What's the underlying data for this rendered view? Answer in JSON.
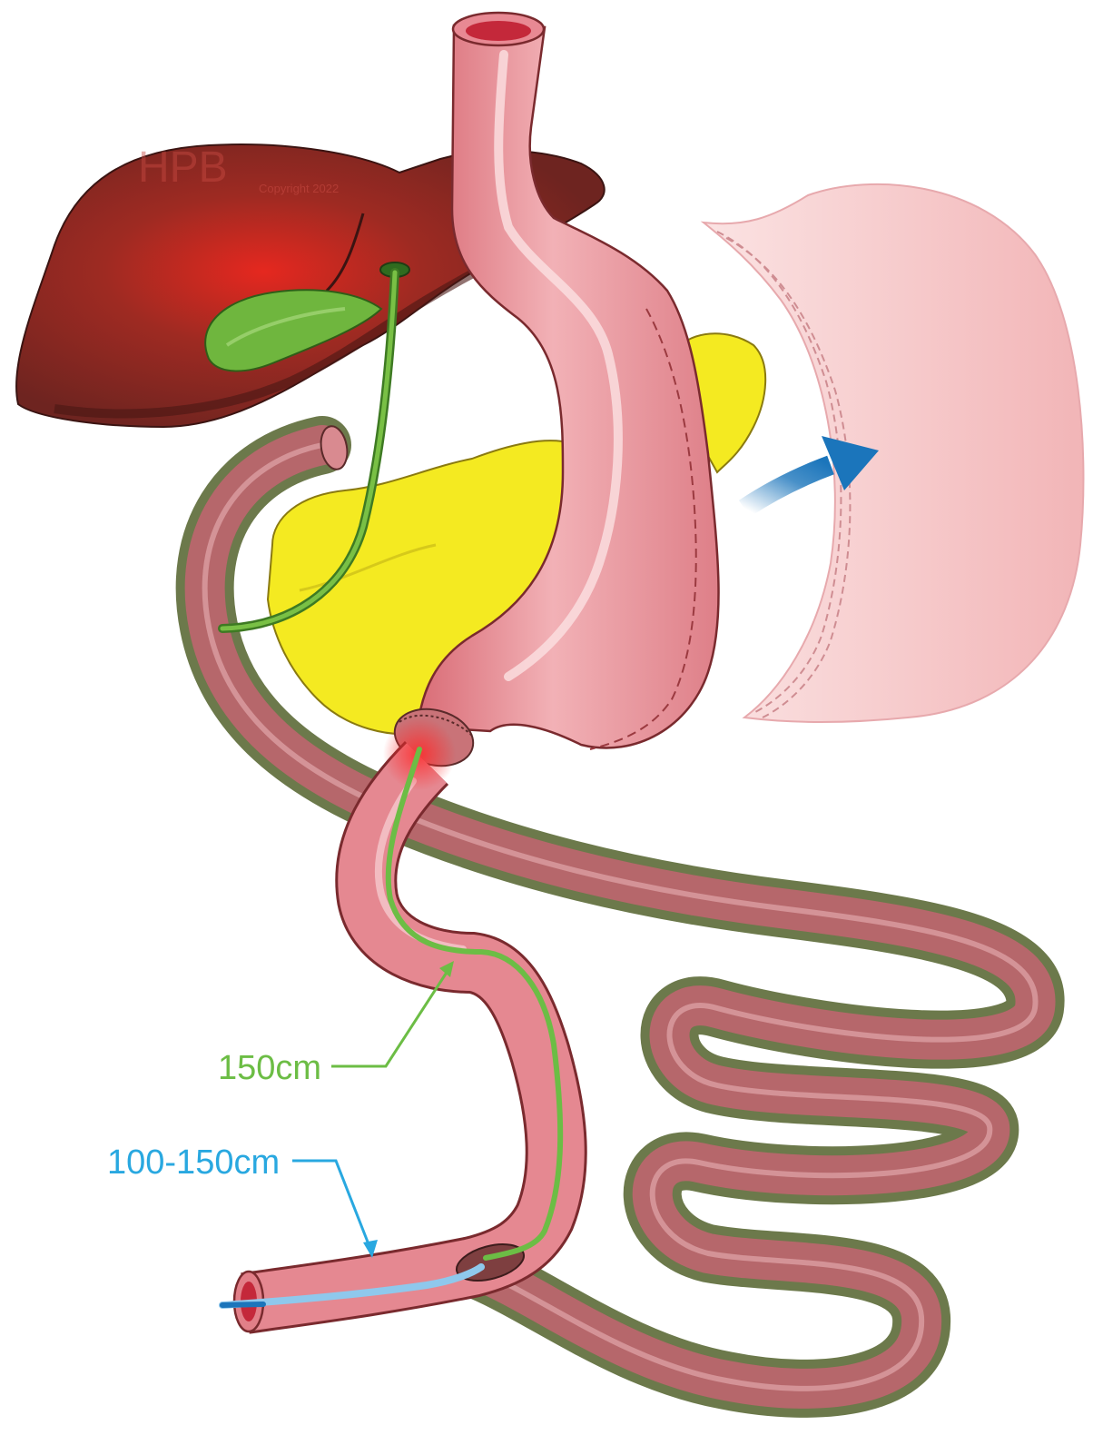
{
  "labels": {
    "watermark_main": "HPB",
    "watermark_sub": "Copyright 2022",
    "measure_green": "150cm",
    "measure_blue": "100-150cm"
  },
  "colors": {
    "green_limb": "#6cbd45",
    "blue_limb": "#29a8e0",
    "arrow_blue": "#1b75bb",
    "liver": "#7a2320",
    "pancreas": "#f2e61c",
    "gallbladder": "#5aa032",
    "bowel": "#e27e86",
    "excluded_bowel": "#a45a5a"
  },
  "structures": [
    "liver-icon",
    "gallbladder-icon",
    "pancreas-icon",
    "esophagus-icon",
    "gastric-sleeve-icon",
    "resected-stomach-icon",
    "duodenal-bypass-limb-icon",
    "common-channel-icon",
    "alimentary-limb-icon",
    "anastomosis-icon",
    "arrow-icon"
  ]
}
